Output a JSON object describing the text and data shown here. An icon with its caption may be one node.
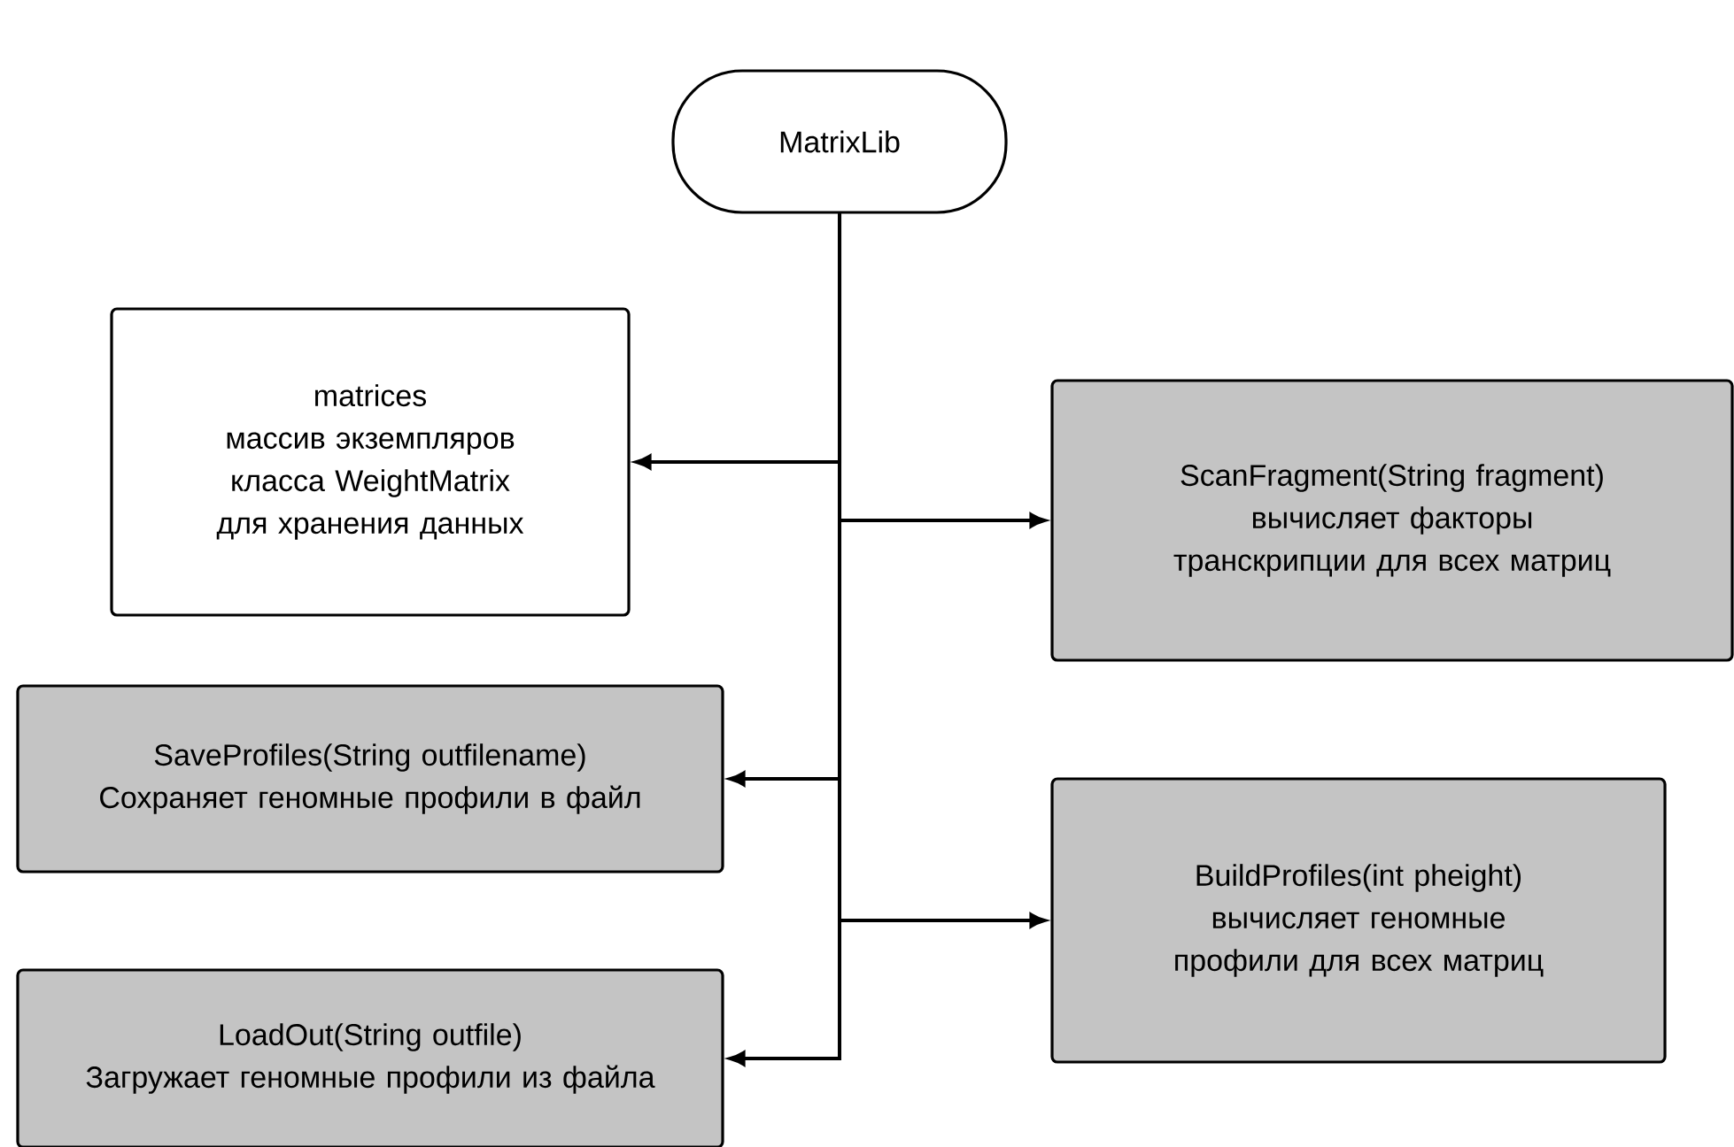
{
  "diagram": {
    "nodes": [
      {
        "text": [
          "MatrixLib"
        ]
      },
      {
        "text": [
          "matrices",
          "массив экземпляров класса WeightMatrix для хранения данных"
        ]
      },
      {
        "text": [
          "ScanFragment(String fragment)",
          "вычисляет факторы транскрипции для всех матриц"
        ]
      },
      {
        "text": [
          "SaveProfiles(String outfilename)",
          "Сохраняет геномные профили в файл"
        ]
      },
      {
        "text": [
          "BuildProfiles(int pheight)",
          "вычисляет геномные профили для всех матриц"
        ]
      },
      {
        "text": [
          "LoadOut(String outfile)",
          "Загружает геномные профили из файла"
        ]
      }
    ],
    "edges": [
      {
        "from": 0,
        "to": 1,
        "arrow": "to"
      },
      {
        "from": 0,
        "to": 2,
        "arrow": "to"
      },
      {
        "from": 0,
        "to": 3,
        "arrow": "to"
      },
      {
        "from": 0,
        "to": 4,
        "arrow": "to"
      },
      {
        "from": 0,
        "to": 5,
        "arrow": "to"
      }
    ]
  }
}
